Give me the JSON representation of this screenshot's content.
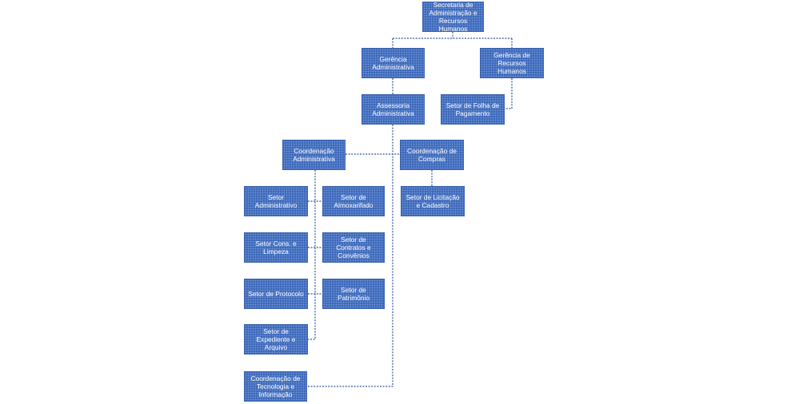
{
  "org_chart": {
    "units": {
      "secretaria": "Secretaria de Administração e Recursos Humanos",
      "gerencia_adm": "Gerência Administrativa",
      "gerencia_rh": "Gerência de Recursos Humanos",
      "assessoria_adm": "Assessoria Administrativa",
      "setor_folha": "Setor de Folha de Pagamento",
      "coord_adm": "Coordenação Administrativa",
      "coord_compras": "Coordenação de Compras",
      "setor_administrativo": "Setor Administrativo",
      "setor_almoxarifado": "Setor de Almoxarifado",
      "setor_licitacao": "Setor de Licitação e Cadastro",
      "setor_cons_limpeza": "Setor Cons. e Limpeza",
      "setor_contratos": "Setor de Contratos e Convênios",
      "setor_protocolo": "Setor de Protocolo",
      "setor_patrimonio": "Setor de Patrimônio",
      "setor_expediente": "Setor de Expediente e Arquivo",
      "coord_tecnologia": "Coordenação de Tecnologia e Informação"
    },
    "colors": {
      "box_fill": "#4472c4",
      "connector": "#2e5597",
      "text": "#ffffff"
    }
  }
}
